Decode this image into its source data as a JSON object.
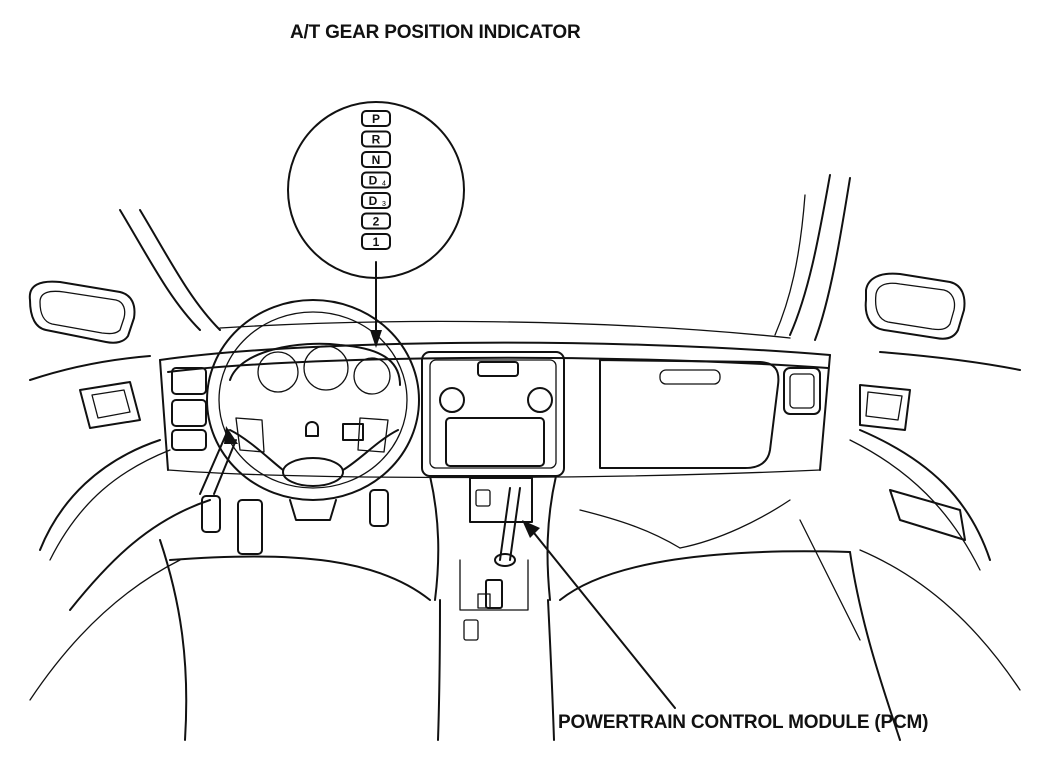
{
  "diagram": {
    "title": "A/T GEAR POSITION INDICATOR",
    "callout_label": "POWERTRAIN CONTROL MODULE (PCM)",
    "gear_positions": [
      "P",
      "R",
      "N",
      "D",
      "D",
      "2",
      "1"
    ],
    "gear_subscripts": [
      "",
      "",
      "",
      "4",
      "3",
      "",
      ""
    ]
  }
}
